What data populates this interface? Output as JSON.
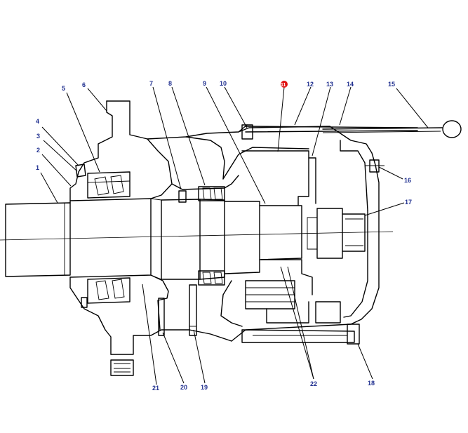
{
  "diagram": {
    "callouts": [
      {
        "id": "c1",
        "label": "1",
        "color": "#1f2f8f"
      },
      {
        "id": "c2",
        "label": "2",
        "color": "#1f2f8f"
      },
      {
        "id": "c3",
        "label": "3",
        "color": "#1f2f8f"
      },
      {
        "id": "c4",
        "label": "4",
        "color": "#1f2f8f"
      },
      {
        "id": "c5",
        "label": "5",
        "color": "#1f2f8f"
      },
      {
        "id": "c6",
        "label": "6",
        "color": "#1f2f8f"
      },
      {
        "id": "c7",
        "label": "7",
        "color": "#1f2f8f"
      },
      {
        "id": "c8",
        "label": "8",
        "color": "#1f2f8f"
      },
      {
        "id": "c9",
        "label": "9",
        "color": "#1f2f8f"
      },
      {
        "id": "c10",
        "label": "10",
        "color": "#1f2f8f"
      },
      {
        "id": "c11",
        "label": "11",
        "color": "#e01010"
      },
      {
        "id": "c12",
        "label": "12",
        "color": "#1f2f8f"
      },
      {
        "id": "c13",
        "label": "13",
        "color": "#1f2f8f"
      },
      {
        "id": "c14",
        "label": "14",
        "color": "#1f2f8f"
      },
      {
        "id": "c15",
        "label": "15",
        "color": "#1f2f8f"
      },
      {
        "id": "c16",
        "label": "16",
        "color": "#1f2f8f"
      },
      {
        "id": "c17",
        "label": "17",
        "color": "#1f2f8f"
      },
      {
        "id": "c18",
        "label": "18",
        "color": "#1f2f8f"
      },
      {
        "id": "c19",
        "label": "19",
        "color": "#1f2f8f"
      },
      {
        "id": "c20",
        "label": "20",
        "color": "#1f2f8f"
      },
      {
        "id": "c21",
        "label": "21",
        "color": "#1f2f8f"
      },
      {
        "id": "c22",
        "label": "22",
        "color": "#1f2f8f"
      }
    ]
  }
}
